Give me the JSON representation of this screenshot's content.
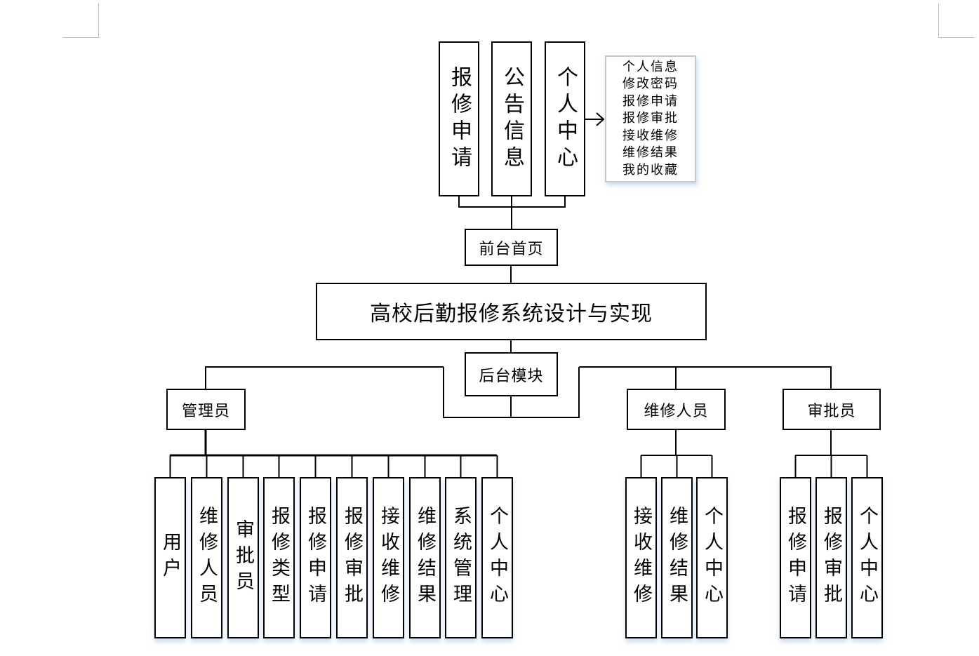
{
  "diagram": {
    "title": "高校后勤报修系统设计与实现",
    "frontend": {
      "label": "前台首页",
      "modules": [
        "报修申请",
        "公告信息",
        "个人中心"
      ],
      "personal_center_details": [
        "个人信息",
        "修改密码",
        "报修申请",
        "报修审批",
        "接收维修",
        "维修结果",
        "我的收藏"
      ]
    },
    "backend": {
      "label": "后台模块",
      "roles": [
        {
          "label": "管理员",
          "functions": [
            "用户",
            "维修人员",
            "审批员",
            "报修类型",
            "报修申请",
            "报修审批",
            "接收维修",
            "维修结果",
            "系统管理",
            "个人中心"
          ]
        },
        {
          "label": "维修人员",
          "functions": [
            "接收维修",
            "维修结果",
            "个人中心"
          ]
        },
        {
          "label": "审批员",
          "functions": [
            "报修申请",
            "报修审批",
            "个人中心"
          ]
        }
      ]
    }
  },
  "colors": {
    "line": "#000000",
    "side_border": "#c8c8c8",
    "corner_mark": "#c0c0c0"
  }
}
